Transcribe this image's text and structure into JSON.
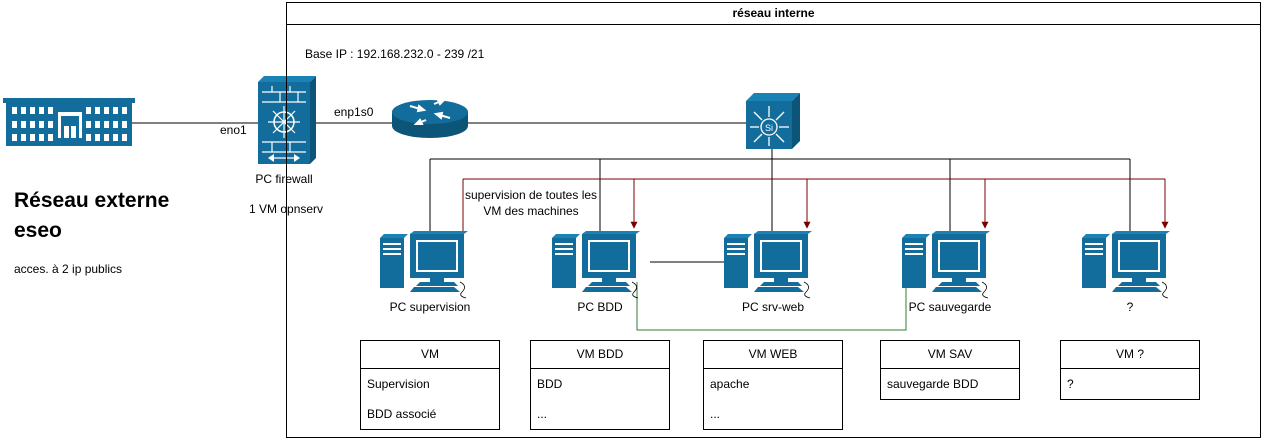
{
  "external": {
    "title_line1": "Réseau externe",
    "title_line2": "eseo",
    "public_ips": "acces. à 2 ip publics"
  },
  "internal": {
    "title": "réseau interne",
    "base_ip": "Base IP : 192.168.232.0 - 239  /21"
  },
  "links": {
    "eno1": "eno1",
    "enp1s0": "enp1s0",
    "supervision_note_line1": "supervision de toutes les",
    "supervision_note_line2": "VM des machines"
  },
  "firewall": {
    "name": "PC firewall",
    "vm": "1 VM opnserv"
  },
  "pcs": [
    {
      "name": "PC supervision"
    },
    {
      "name": "PC BDD"
    },
    {
      "name": "PC srv-web"
    },
    {
      "name": "PC sauvegarde"
    },
    {
      "name": "?"
    }
  ],
  "vms": [
    {
      "title": "VM",
      "rows": [
        "Supervision",
        "BDD associé"
      ]
    },
    {
      "title": "VM BDD",
      "rows": [
        "BDD",
        "..."
      ]
    },
    {
      "title": "VM WEB",
      "rows": [
        "apache",
        "..."
      ]
    },
    {
      "title": "VM SAV",
      "rows": [
        "sauvegarde BDD"
      ]
    },
    {
      "title": "VM ?",
      "rows": [
        "?"
      ]
    }
  ],
  "colors": {
    "device_blue": "#126d9c",
    "supervision_arrow": "#7a0000",
    "backup_link": "#2e7d32",
    "line": "#000000"
  }
}
